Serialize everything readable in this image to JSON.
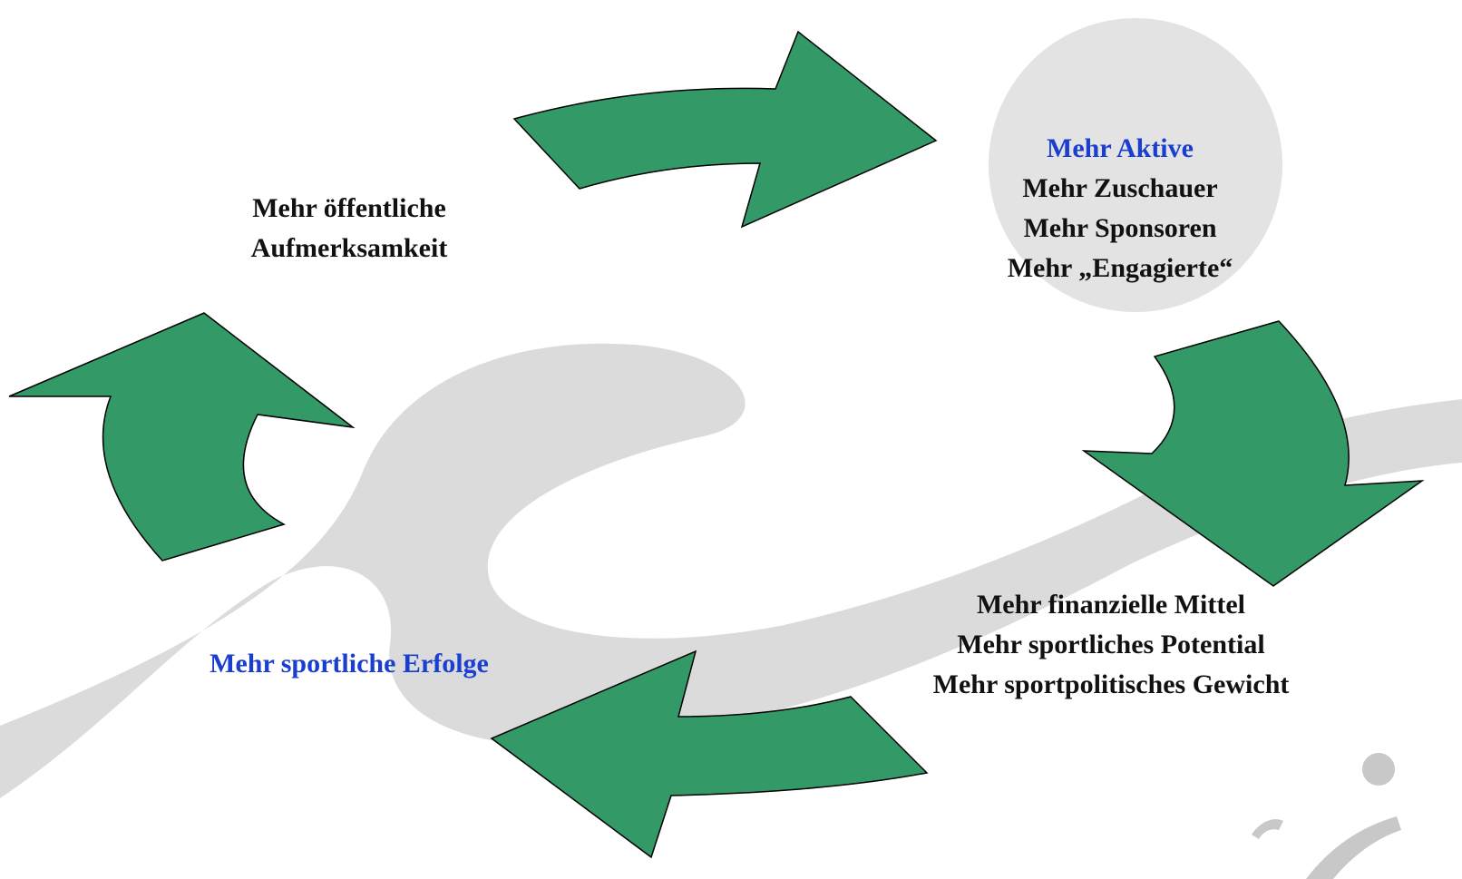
{
  "nodes": {
    "top_left": {
      "lines": [
        "Mehr öffentliche",
        "Aufmerksamkeit"
      ]
    },
    "top_right": {
      "highlight": "Mehr Aktive",
      "lines": [
        "Mehr Zuschauer",
        "Mehr Sponsoren",
        "Mehr „Engagierte“"
      ]
    },
    "bottom_right": {
      "lines": [
        "Mehr finanzielle Mittel",
        "Mehr sportliches Potential",
        "Mehr sportpolitisches Gewicht"
      ]
    },
    "bottom_left": {
      "highlight": "Mehr sportliche Erfolge"
    }
  },
  "colors": {
    "arrow_fill": "#339966",
    "arrow_stroke": "#000000",
    "highlight_text": "#1a3fd0",
    "text": "#111111",
    "watermark": "#c8c8c8"
  },
  "icons": [
    "watermark-swirl-icon",
    "logo-mark-icon"
  ]
}
